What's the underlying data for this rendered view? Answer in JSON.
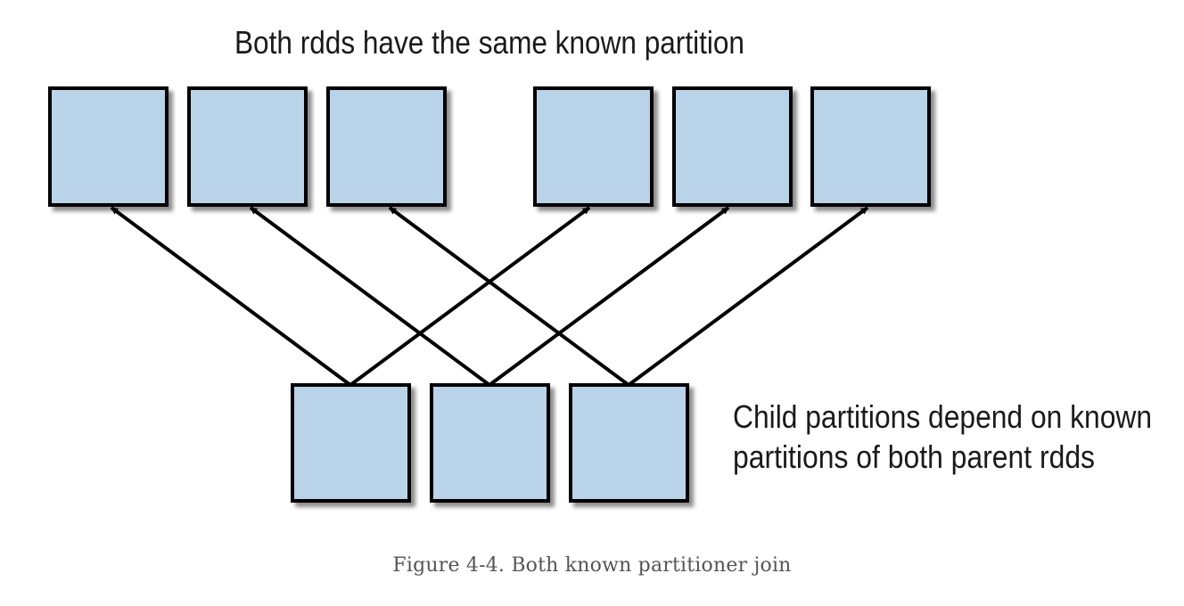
{
  "diagram": {
    "top_label": "Both rdds have the same known partition",
    "side_label_lines": [
      "Child partitions depend on known",
      "partitions of both parent rdds"
    ],
    "box_fill": "#b9d3e8",
    "box_stroke": "#000000",
    "arrow_color": "#000000"
  },
  "caption": "Figure 4-4. Both known partitioner join"
}
